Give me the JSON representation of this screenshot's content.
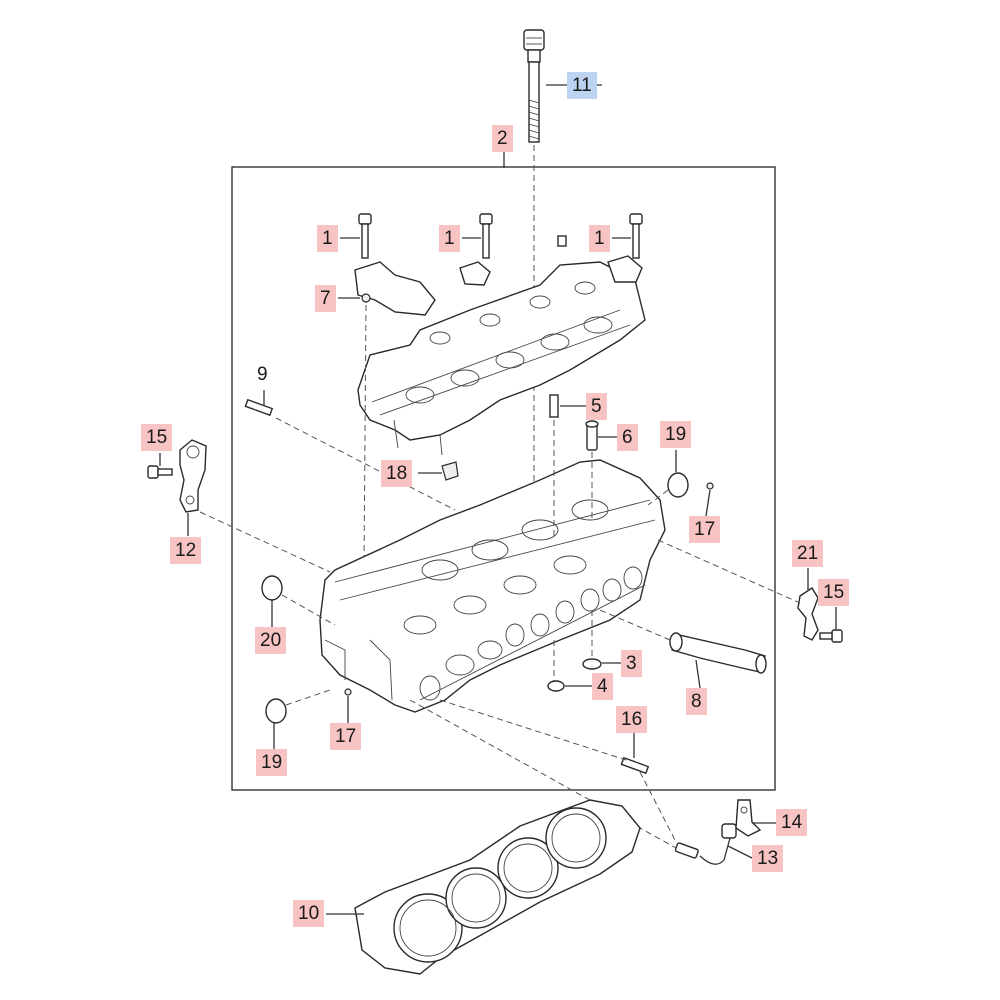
{
  "callouts": {
    "c1a": "1",
    "c1b": "1",
    "c1c": "1",
    "c2": "2",
    "c3": "3",
    "c4": "4",
    "c5": "5",
    "c6": "6",
    "c7": "7",
    "c8": "8",
    "c9": "9",
    "c10": "10",
    "c11": "11",
    "c12": "12",
    "c13": "13",
    "c14": "14",
    "c15a": "15",
    "c15b": "15",
    "c16": "16",
    "c17a": "17",
    "c17b": "17",
    "c18": "18",
    "c19a": "19",
    "c19b": "19",
    "c20": "20",
    "c21": "21"
  },
  "colors": {
    "callout_fill": "#f7c3c3",
    "highlight_fill": "#bcd4f2",
    "line": "#333333"
  }
}
